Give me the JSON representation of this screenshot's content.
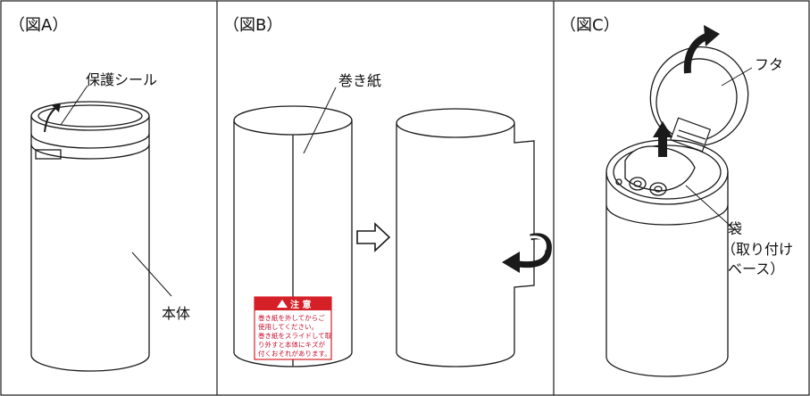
{
  "panels": [
    {
      "title": "（図A）",
      "labels": {
        "seal": "保護シール",
        "body": "本体"
      }
    },
    {
      "title": "（図B）",
      "labels": {
        "wrapper": "巻き紙"
      },
      "warning": {
        "title": "注 意",
        "lines": [
          "巻き紙を外してからご",
          "使用してください。",
          "巻き紙をスライドして取",
          "り外すと本体にキズが",
          "付くおそれがあります。"
        ]
      }
    },
    {
      "title": "（図C）",
      "labels": {
        "lid": "フタ",
        "bag_1": "袋",
        "bag_2": "（取り付け",
        "bag_3": "ベース）"
      }
    }
  ],
  "colors": {
    "warning_red": "#d62028",
    "line": "#1a1a1a",
    "accent": "#000000"
  }
}
